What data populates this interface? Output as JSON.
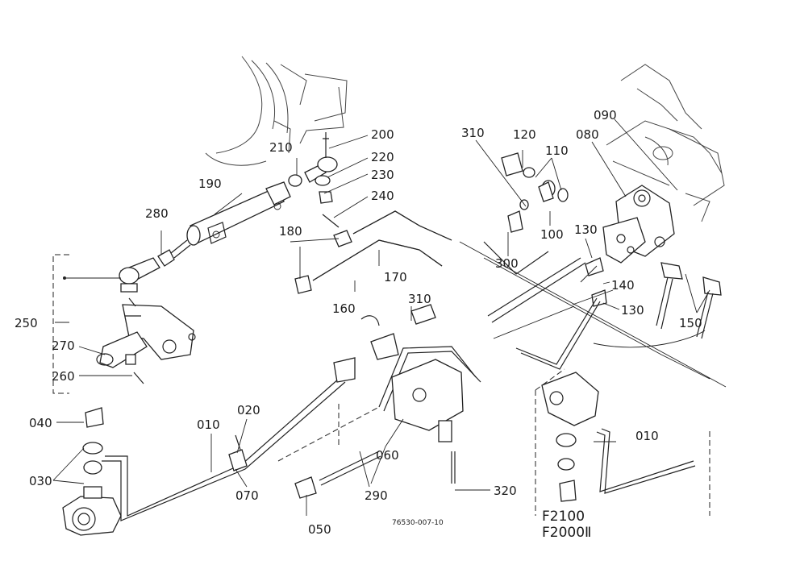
{
  "labels": {
    "p010a": "010",
    "p010b": "010",
    "p020": "020",
    "p030": "030",
    "p040": "040",
    "p050": "050",
    "p060": "060",
    "p070": "070",
    "p080": "080",
    "p090": "090",
    "p100": "100",
    "p110": "110",
    "p120": "120",
    "p130a": "130",
    "p130b": "130",
    "p140": "140",
    "p150": "150",
    "p160": "160",
    "p170": "170",
    "p180": "180",
    "p190": "190",
    "p200": "200",
    "p210": "210",
    "p220": "220",
    "p230": "230",
    "p240": "240",
    "p250": "250",
    "p260": "260",
    "p270": "270",
    "p280": "280",
    "p290": "290",
    "p300": "300",
    "p310a": "310",
    "p310b": "310",
    "p320": "320"
  },
  "reference": "76530-007-10",
  "models": [
    "F2100",
    "F2000Ⅱ"
  ]
}
